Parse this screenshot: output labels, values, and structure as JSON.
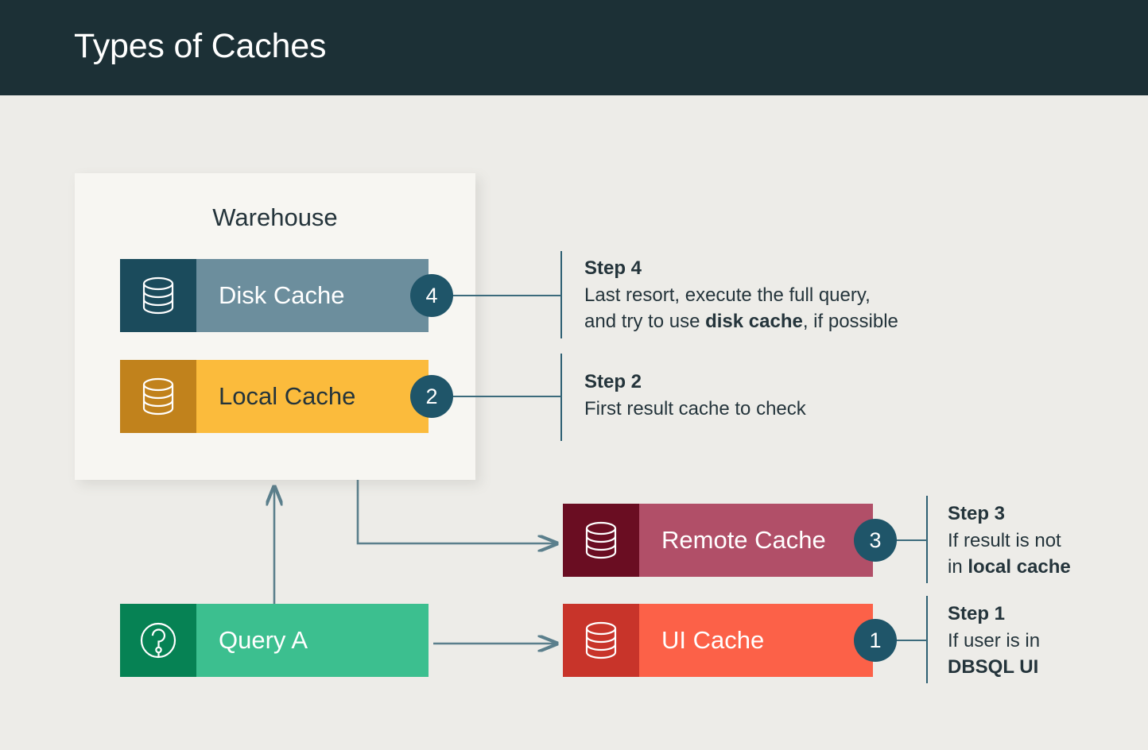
{
  "header": {
    "title": "Types of Caches",
    "background_color": "#1c3036",
    "text_color": "#ffffff"
  },
  "canvas": {
    "background_color": "#edece8",
    "connector_color": "#3c6b7c"
  },
  "warehouse": {
    "label": "Warehouse",
    "panel_color": "#f7f6f2"
  },
  "caches": [
    {
      "id": "disk-cache",
      "label": "Disk Cache",
      "icon": "database-stack-icon",
      "icon_color": "#1b4b5c",
      "body_color": "#6c8e9d",
      "text_color": "#ffffff",
      "step_number": "4"
    },
    {
      "id": "local-cache",
      "label": "Local Cache",
      "icon": "database-stack-icon",
      "icon_color": "#c1821c",
      "body_color": "#fbbb3c",
      "text_color": "#24343b",
      "step_number": "2"
    },
    {
      "id": "remote-cache",
      "label": "Remote Cache",
      "icon": "database-stack-icon",
      "icon_color": "#6a0d22",
      "body_color": "#b14f68",
      "text_color": "#ffffff",
      "step_number": "3"
    },
    {
      "id": "ui-cache",
      "label": "UI Cache",
      "icon": "database-stack-icon",
      "icon_color": "#c8342a",
      "body_color": "#fc6148",
      "text_color": "#ffffff",
      "step_number": "1"
    }
  ],
  "query": {
    "label": "Query A",
    "icon": "question-mark-circle-icon",
    "icon_color": "#068254",
    "body_color": "#3cbf8f",
    "text_color": "#ffffff"
  },
  "steps": [
    {
      "id": "step-1",
      "title": "Step 1",
      "line1": "If user is in",
      "line2_bold": "DBSQL UI",
      "line2_rest": ""
    },
    {
      "id": "step-2",
      "title": "Step 2",
      "line1": "First result cache to check",
      "line2_bold": "",
      "line2_rest": ""
    },
    {
      "id": "step-3",
      "title": "Step 3",
      "line1": "If result is not",
      "line2_prefix": "in ",
      "line2_bold": "local cache",
      "line2_rest": ""
    },
    {
      "id": "step-4",
      "title": "Step 4",
      "line1": "Last resort, execute the full query,",
      "line2_prefix": "and try to use ",
      "line2_bold": "disk cache",
      "line2_rest": ", if possible"
    }
  ],
  "badges": {
    "badge_color": "#1f5569",
    "badge_text_color": "#ffffff",
    "step4": "4",
    "step2": "2",
    "step3": "3",
    "step1": "1"
  }
}
